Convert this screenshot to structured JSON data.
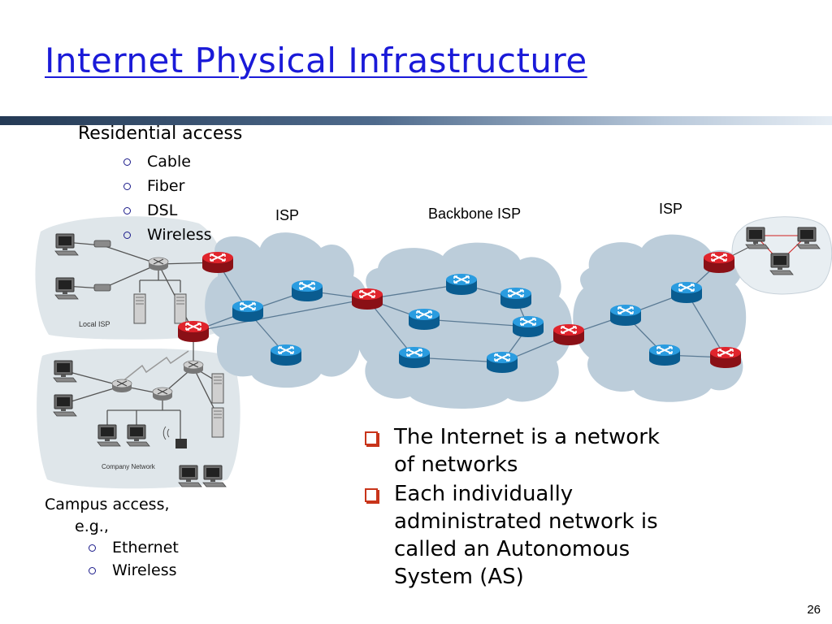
{
  "title": "Internet Physical Infrastructure",
  "residential": {
    "heading": "Residential access",
    "items": [
      "Cable",
      "Fiber",
      "DSL",
      "Wireless"
    ]
  },
  "campus": {
    "heading_line1": "Campus access,",
    "heading_line2": "e.g.,",
    "items": [
      "Ethernet",
      "Wireless"
    ]
  },
  "diagram": {
    "isp_left": "ISP",
    "backbone": "Backbone ISP",
    "isp_right": "ISP",
    "local_isp_caption": "Local ISP",
    "company_caption": "Company Network"
  },
  "bullets": [
    {
      "lines": [
        "The Internet is a network",
        "of networks"
      ]
    },
    {
      "lines": [
        "Each individually",
        "administrated network is",
        "called an Autonomous",
        "System (AS)"
      ]
    }
  ],
  "page_number": "26",
  "colors": {
    "title": "#1a1ad8",
    "bullet_accent": "#c8341a",
    "router_core": "#1a8ad0",
    "router_edge": "#d8202a",
    "cloud": "#bccdda"
  }
}
